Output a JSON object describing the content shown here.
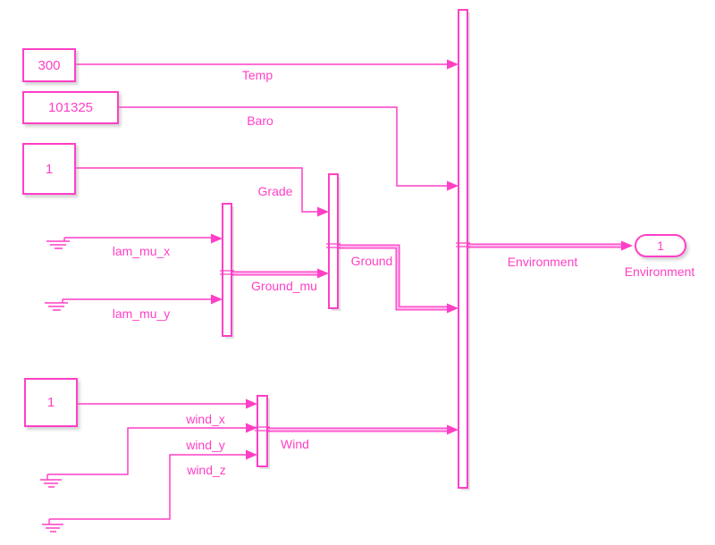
{
  "colors": {
    "accent": "#FF3FC6",
    "bus_core": "#FFB0EA",
    "shadow": "#C8C8C8",
    "background": "#FFFFFF"
  },
  "blocks": {
    "const_temp": {
      "value": "300"
    },
    "const_baro": {
      "value": "101325"
    },
    "const_grade": {
      "value": "1"
    },
    "const_wind": {
      "value": "1"
    },
    "outport": {
      "port": "1",
      "name": "Environment"
    }
  },
  "labels": {
    "temp": "Temp",
    "baro": "Baro",
    "grade": "Grade",
    "lam_mu_x": "lam_mu_x",
    "lam_mu_y": "lam_mu_y",
    "ground_mu": "Ground_mu",
    "ground": "Ground",
    "wind_x": "wind_x",
    "wind_y": "wind_y",
    "wind_z": "wind_z",
    "wind": "Wind",
    "environment": "Environment"
  }
}
